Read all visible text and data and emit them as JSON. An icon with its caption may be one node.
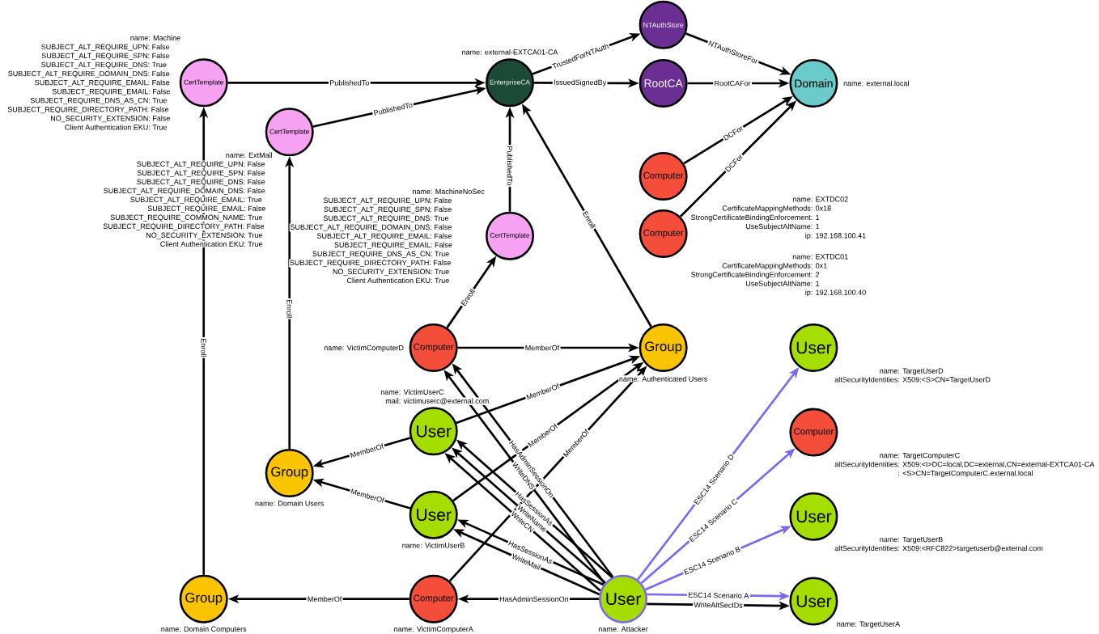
{
  "diagram": {
    "nodes": [
      {
        "text": [
          "CertTemplate"
        ],
        "beside": [
          "name: Machine",
          "SUBJECT_ALT_REQUIRE_UPN: False",
          "SUBJECT_ALT_REQUIRE_SPN: False",
          "SUBJECT_ALT_REQUIRE_DNS: True",
          "SUBJECT_ALT_REQUIRE_DOMAIN_DNS: False",
          "SUBJECT_ALT_REQUIRE_EMAIL: False",
          "SUBJECT_REQUIRE_EMAIL: False",
          "SUBJECT_REQUIRE_DNS_AS_CN: True",
          "SUBJECT_REQUIRE_DIRECTORY_PATH: False",
          "NO_SECURITY_EXTENSION: False",
          "Client Authentication EKU: True"
        ]
      },
      {
        "text": [
          "CertTemplate"
        ],
        "beside": [
          "name: ExtMail",
          "SUBJECT_ALT_REQUIRE_UPN: False",
          "SUBJECT_ALT_REQUIRE_SPN: False",
          "SUBJECT_ALT_REQUIRE_DNS: False",
          "SUBJECT_ALT_REQUIRE_DOMAIN_DNS: False",
          "SUBJECT_ALT_REQUIRE_EMAIL: True",
          "SUBJECT_REQUIRE_EMAIL: False",
          "SUBJECT_REQUIRE_COMMON_NAME: True",
          "SUBJECT_REQUIRE_DIRECTORY_PATH: False",
          "NO_SECURITY_EXTENSION: True",
          "Client Authentication EKU: True"
        ]
      },
      {
        "text": [
          "EnterpriseCA"
        ],
        "beside": [
          "name: external-EXTCA01-CA"
        ]
      },
      {
        "text": [
          "NTAuthStore"
        ]
      },
      {
        "text": [
          "RootCA"
        ]
      },
      {
        "text": [
          "Domain"
        ],
        "beside": [
          "name: external.local"
        ]
      },
      {
        "text": [
          "CertTemplate"
        ],
        "beside": [
          "name: MachineNoSec",
          "SUBJECT_ALT_REQUIRE_UPN: False",
          "SUBJECT_ALT_REQUIRE_SPN: False",
          "SUBJECT_ALT_REQUIRE_DNS: True",
          "SUBJECT_ALT_REQUIRE_DOMAIN_DNS: False",
          "SUBJECT_ALT_REQUIRE_EMAIL: False",
          "SUBJECT_REQUIRE_EMAIL: False",
          "SUBJECT_REQUIRE_DNS_AS_CN: True",
          "SUBJECT_REQUIRE_DIRECTORY_PATH: False",
          "NO_SECURITY_EXTENSION: True",
          "Client Authentication EKU: True"
        ]
      },
      {
        "text": [
          "Computer"
        ],
        "beside": [
          "name: EXTDC02",
          "CertificateMappingMethods: 0x18",
          "StrongCertificateBindingEnforcement: 1",
          "UseSubjectAltName: 1",
          "ip: 192.168.100.41"
        ]
      },
      {
        "text": [
          "Computer"
        ],
        "beside": [
          "name: EXTDC01",
          "CertificateMappingMethods: 0x1",
          "StrongCertificateBindingEnforcement: 2",
          "UseSubjectAltName: 1",
          "ip: 192.168.100.40"
        ]
      },
      {
        "text": [
          "Computer"
        ],
        "beside": [
          "name: VictimComputerD"
        ]
      },
      {
        "text": [
          "Group"
        ],
        "beside": [
          "name: Authenticated Users"
        ]
      },
      {
        "text": [
          "User"
        ],
        "beside": [
          "name: TargetUserD",
          "altSecurityIdentities: X509:<S>CN=TargetUserD"
        ]
      },
      {
        "text": [
          "User"
        ],
        "beside": [
          "name: VictimUserC",
          "mail: victimuserc@external.com"
        ]
      },
      {
        "text": [
          "Computer"
        ],
        "beside": [
          "name: TargetComputerC",
          "altSecurityIdentities: X509:<I>DC=local,DC=external,CN=external-EXTCA01-CA",
          ": <S>CN=TargetComputerC.external.local"
        ]
      },
      {
        "text": [
          "Group"
        ],
        "beside": [
          "name: Domain Users"
        ]
      },
      {
        "text": [
          "User"
        ],
        "beside": [
          "name: VictimUserB"
        ]
      },
      {
        "text": [
          "User"
        ],
        "beside": [
          "name: TargetUserB",
          "altSecurityIdentities: X509:<RFC822>targetuserb@external.com"
        ]
      },
      {
        "text": [
          "Group"
        ],
        "beside": [
          "name: Domain Computers"
        ]
      },
      {
        "text": [
          "Computer"
        ],
        "beside": [
          "name: VictimComputerA"
        ]
      },
      {
        "text": [
          "User"
        ],
        "beside": [
          "name: Attacker"
        ]
      },
      {
        "text": [
          "User"
        ],
        "beside": [
          "name: TargetUserA"
        ]
      }
    ],
    "edges": [
      {
        "from": 0,
        "to": 2,
        "arrow": "to",
        "label": "PublishedTo"
      },
      {
        "from": 1,
        "to": 2,
        "arrow": "to",
        "label": "PublishedTo"
      },
      {
        "from": 6,
        "to": 2,
        "arrow": "to",
        "label": "PublishedTo"
      },
      {
        "from": 2,
        "to": 3,
        "arrow": "to",
        "label": "TrustedForNTAuth"
      },
      {
        "from": 2,
        "to": 4,
        "arrow": "to",
        "label": "IssuedSignedBy"
      },
      {
        "from": 3,
        "to": 5,
        "arrow": "to",
        "label": "NTAuthStoreFor"
      },
      {
        "from": 4,
        "to": 5,
        "arrow": "to",
        "label": "RootCAFor"
      },
      {
        "from": 7,
        "to": 5,
        "arrow": "to",
        "label": "DCFor"
      },
      {
        "from": 8,
        "to": 5,
        "arrow": "to",
        "label": "DCFor"
      },
      {
        "from": 17,
        "to": 0,
        "arrow": "to",
        "label": "Enroll"
      },
      {
        "from": 14,
        "to": 1,
        "arrow": "to",
        "label": "Enroll"
      },
      {
        "from": 9,
        "to": 6,
        "arrow": "to",
        "label": "Enroll"
      },
      {
        "from": 10,
        "to": 2,
        "arrow": "to",
        "label": "Enroll"
      },
      {
        "from": 9,
        "to": 10,
        "arrow": "to",
        "label": "MemberOf"
      },
      {
        "from": 12,
        "to": 10,
        "arrow": "to",
        "label": "MemberOf"
      },
      {
        "from": 15,
        "to": 10,
        "arrow": "to",
        "label": "MemberOf"
      },
      {
        "from": 18,
        "to": 10,
        "arrow": "to",
        "label": "MemberOf"
      },
      {
        "from": 12,
        "to": 14,
        "arrow": "to",
        "label": "MemberOf"
      },
      {
        "from": 15,
        "to": 14,
        "arrow": "to",
        "label": "MemberOf"
      },
      {
        "from": 18,
        "to": 17,
        "arrow": "to",
        "label": "MemberOf"
      },
      {
        "from": 19,
        "to": 18,
        "arrow": "to",
        "label": "HasAdminSessionOn"
      },
      {
        "from": 19,
        "to": 9,
        "arrow": "to",
        "label": "HasAdminSessionOn"
      },
      {
        "from": 19,
        "to": 9,
        "arrow": "to",
        "label": "WriteDNS"
      },
      {
        "from": 19,
        "to": 12,
        "arrow": "to",
        "label": "HasSessionAs"
      },
      {
        "from": 19,
        "to": 12,
        "arrow": "to",
        "label": "WriteName"
      },
      {
        "from": 19,
        "to": 12,
        "arrow": "to",
        "label": "WriteCN"
      },
      {
        "from": 19,
        "to": 15,
        "arrow": "to",
        "label": "HasSessionAs"
      },
      {
        "from": 19,
        "to": 15,
        "arrow": "to",
        "label": "WriteMail"
      },
      {
        "from": 19,
        "to": 11,
        "arrow": "to",
        "label": "ESC14 Scenario D",
        "color": "#7b68ee"
      },
      {
        "from": 19,
        "to": 13,
        "arrow": "to",
        "label": "ESC14 Scenario C",
        "color": "#7b68ee"
      },
      {
        "from": 19,
        "to": 16,
        "arrow": "to",
        "label": "ESC14 Scenario B",
        "color": "#7b68ee"
      },
      {
        "from": 19,
        "to": 20,
        "arrow": "to",
        "label": "ESC14 Scenario A",
        "color": "#7b68ee"
      },
      {
        "from": 19,
        "to": 20,
        "arrow": "to",
        "label": "WriteAltSecIDs"
      }
    ]
  }
}
